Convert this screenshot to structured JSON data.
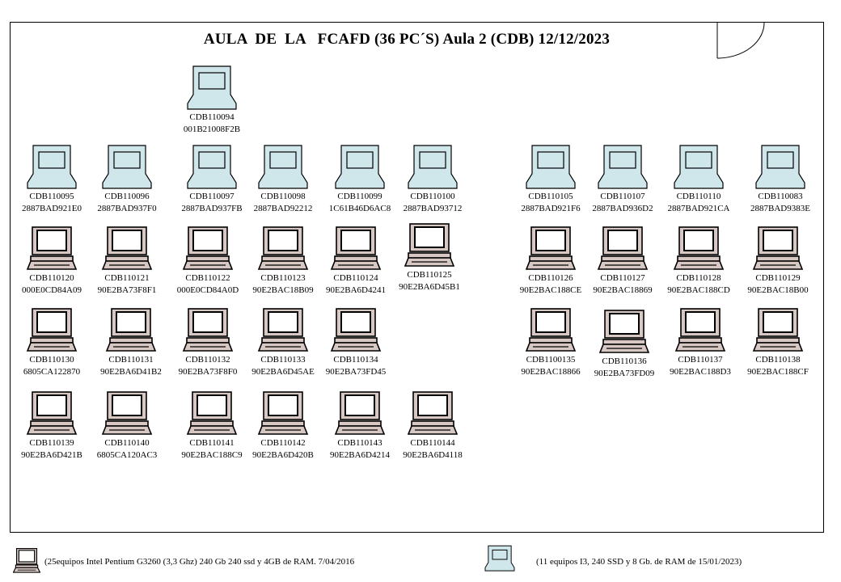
{
  "title": "AULA  DE  LA   FCAFD (36 PC´S) Aula 2 (CDB) 12/12/2023",
  "colors": {
    "new_pc": "#cfe6ea",
    "old_pc": "#d8c8c4",
    "outline": "#000000"
  },
  "computers": [
    {
      "name": "CDB110094",
      "mac": "001B21008F2B",
      "kind": "new"
    },
    {
      "name": "CDB110095",
      "mac": "2887BAD921E0",
      "kind": "new"
    },
    {
      "name": "CDB110096",
      "mac": "2887BAD937F0",
      "kind": "new"
    },
    {
      "name": "CDB110097",
      "mac": "2887BAD937FB",
      "kind": "new"
    },
    {
      "name": "CDB110098",
      "mac": "2887BAD92212",
      "kind": "new"
    },
    {
      "name": "CDB110099",
      "mac": "1C61B46D6AC8",
      "kind": "new"
    },
    {
      "name": "CDB110100",
      "mac": "2887BAD93712",
      "kind": "new"
    },
    {
      "name": "CDB110105",
      "mac": "2887BAD921F6",
      "kind": "new"
    },
    {
      "name": "CDB110107",
      "mac": "2887BAD936D2",
      "kind": "new"
    },
    {
      "name": "CDB110110",
      "mac": "2887BAD921CA",
      "kind": "new"
    },
    {
      "name": "CDB110083",
      "mac": "2887BAD9383E",
      "kind": "new"
    },
    {
      "name": "CDB110120",
      "mac": "000E0CD84A09",
      "kind": "old"
    },
    {
      "name": "CDB110121",
      "mac": "90E2BA73F8F1",
      "kind": "old"
    },
    {
      "name": "CDB110122",
      "mac": "000E0CD84A0D",
      "kind": "old"
    },
    {
      "name": "CDB110123",
      "mac": "90E2BAC18B09",
      "kind": "old"
    },
    {
      "name": "CDB110124",
      "mac": "90E2BA6D4241",
      "kind": "old"
    },
    {
      "name": "CDB110125",
      "mac": "90E2BA6D45B1",
      "kind": "old"
    },
    {
      "name": "CDB110126",
      "mac": "90E2BAC188CE",
      "kind": "old"
    },
    {
      "name": "CDB110127",
      "mac": "90E2BAC18869",
      "kind": "old"
    },
    {
      "name": "CDB110128",
      "mac": "90E2BAC188CD",
      "kind": "old"
    },
    {
      "name": "CDB110129",
      "mac": "90E2BAC18B00",
      "kind": "old"
    },
    {
      "name": "CDB110130",
      "mac": "6805CA122870",
      "kind": "old"
    },
    {
      "name": "CDB110131",
      "mac": "90E2BA6D41B2",
      "kind": "old"
    },
    {
      "name": "CDB110132",
      "mac": "90E2BA73F8F0",
      "kind": "old"
    },
    {
      "name": "CDB110133",
      "mac": "90E2BA6D45AE",
      "kind": "old"
    },
    {
      "name": "CDB110134",
      "mac": "90E2BA73FD45",
      "kind": "old"
    },
    {
      "name": "CDB1100135",
      "mac": "90E2BAC18866",
      "kind": "old"
    },
    {
      "name": "CDB110136",
      "mac": "90E2BA73FD09",
      "kind": "old"
    },
    {
      "name": "CDB110137",
      "mac": "90E2BAC188D3",
      "kind": "old"
    },
    {
      "name": "CDB110138",
      "mac": "90E2BAC188CF",
      "kind": "old"
    },
    {
      "name": "CDB110139",
      "mac": "90E2BA6D421B",
      "kind": "old"
    },
    {
      "name": "CDB110140",
      "mac": "6805CA120AC3",
      "kind": "old"
    },
    {
      "name": "CDB110141",
      "mac": "90E2BAC188C9",
      "kind": "old"
    },
    {
      "name": "CDB110142",
      "mac": "90E2BA6D420B",
      "kind": "old"
    },
    {
      "name": "CDB110143",
      "mac": "90E2BA6D4214",
      "kind": "old"
    },
    {
      "name": "CDB110144",
      "mac": "90E2BA6D4118",
      "kind": "old"
    }
  ],
  "legend": {
    "old_text": "(25equipos Intel Pentium G3260 (3,3 Ghz) 240 Gb 240 ssd  y 4GB de RAM. 7/04/2016",
    "new_text": "(11 equipos I3, 240 SSD y 8 Gb. de RAM de 15/01/2023)"
  }
}
